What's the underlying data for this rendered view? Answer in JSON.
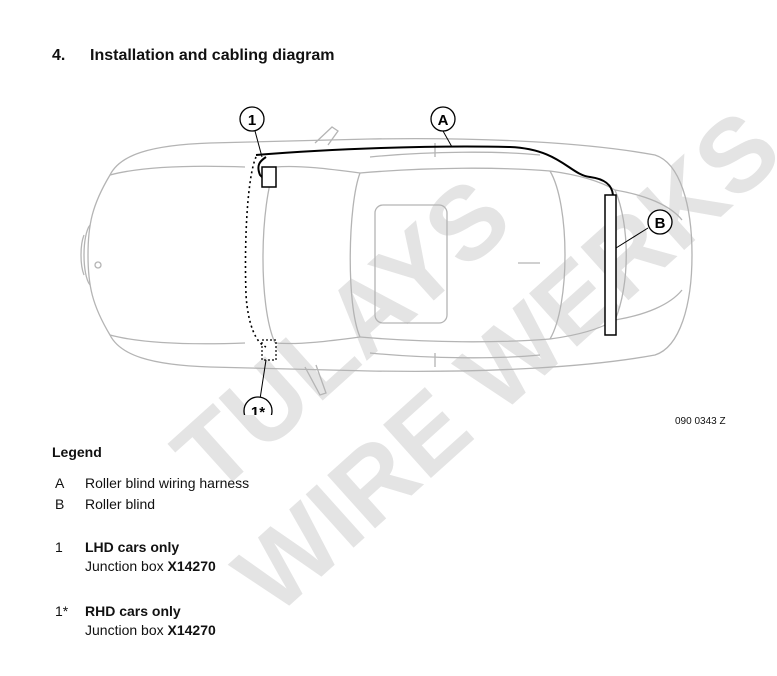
{
  "heading": {
    "number": "4.",
    "title": "Installation and cabling diagram"
  },
  "diagram": {
    "callouts": {
      "a": "A",
      "b": "B",
      "one": "1",
      "one_star": "1*"
    },
    "figure_code": "090 0343 Z"
  },
  "watermark": {
    "line1": "TULAYS",
    "line2": "WIRE WERKS"
  },
  "legend": {
    "title": "Legend",
    "items": [
      {
        "key": "A",
        "label": "Roller blind wiring harness"
      },
      {
        "key": "B",
        "label": "Roller blind"
      },
      {
        "key": "1",
        "label": "LHD cars only",
        "sub_text": "Junction box",
        "sub_code": "X14270"
      },
      {
        "key": "1*",
        "label": "RHD cars only",
        "sub_text": "Junction box",
        "sub_code": "X14270"
      }
    ]
  },
  "colors": {
    "car_outline": "#b4b4b4",
    "wiring": "#000000",
    "watermark": "#e6e6e6"
  }
}
